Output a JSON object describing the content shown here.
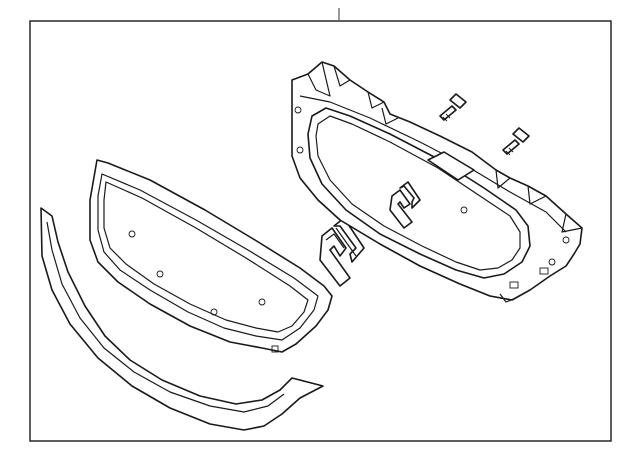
{
  "diagram": {
    "stroke_color": "#1a1a1a",
    "background_color": "#ffffff",
    "parts": [
      {
        "id": "grille-assembly",
        "icon": "grille-housing-icon"
      },
      {
        "id": "grille-insert",
        "icon": "grille-insert-icon"
      },
      {
        "id": "lower-molding",
        "icon": "molding-strip-icon"
      },
      {
        "id": "emblem",
        "icon": "s-emblem-icon"
      },
      {
        "id": "screw-upper",
        "icon": "screw-icon"
      },
      {
        "id": "screw-lower",
        "icon": "screw-icon"
      }
    ]
  }
}
